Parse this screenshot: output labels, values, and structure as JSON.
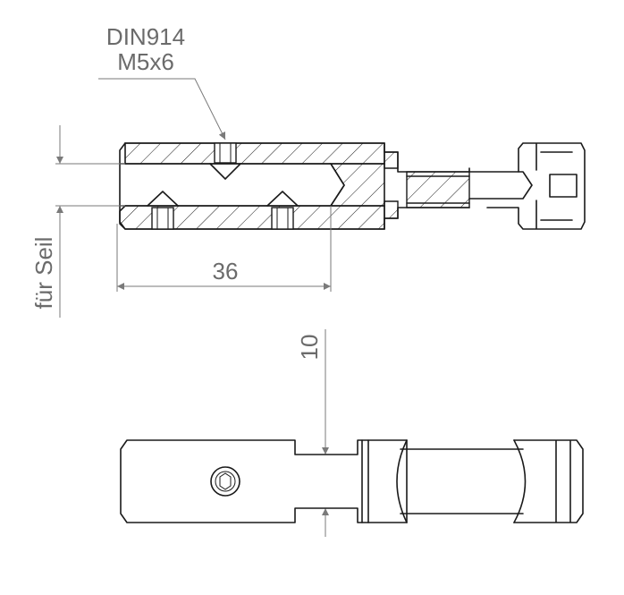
{
  "annotations": {
    "screw_standard": "DIN914",
    "screw_size": "M5x6",
    "rope_label": "für Seil",
    "length_dim": "36",
    "width_dim": "10"
  }
}
